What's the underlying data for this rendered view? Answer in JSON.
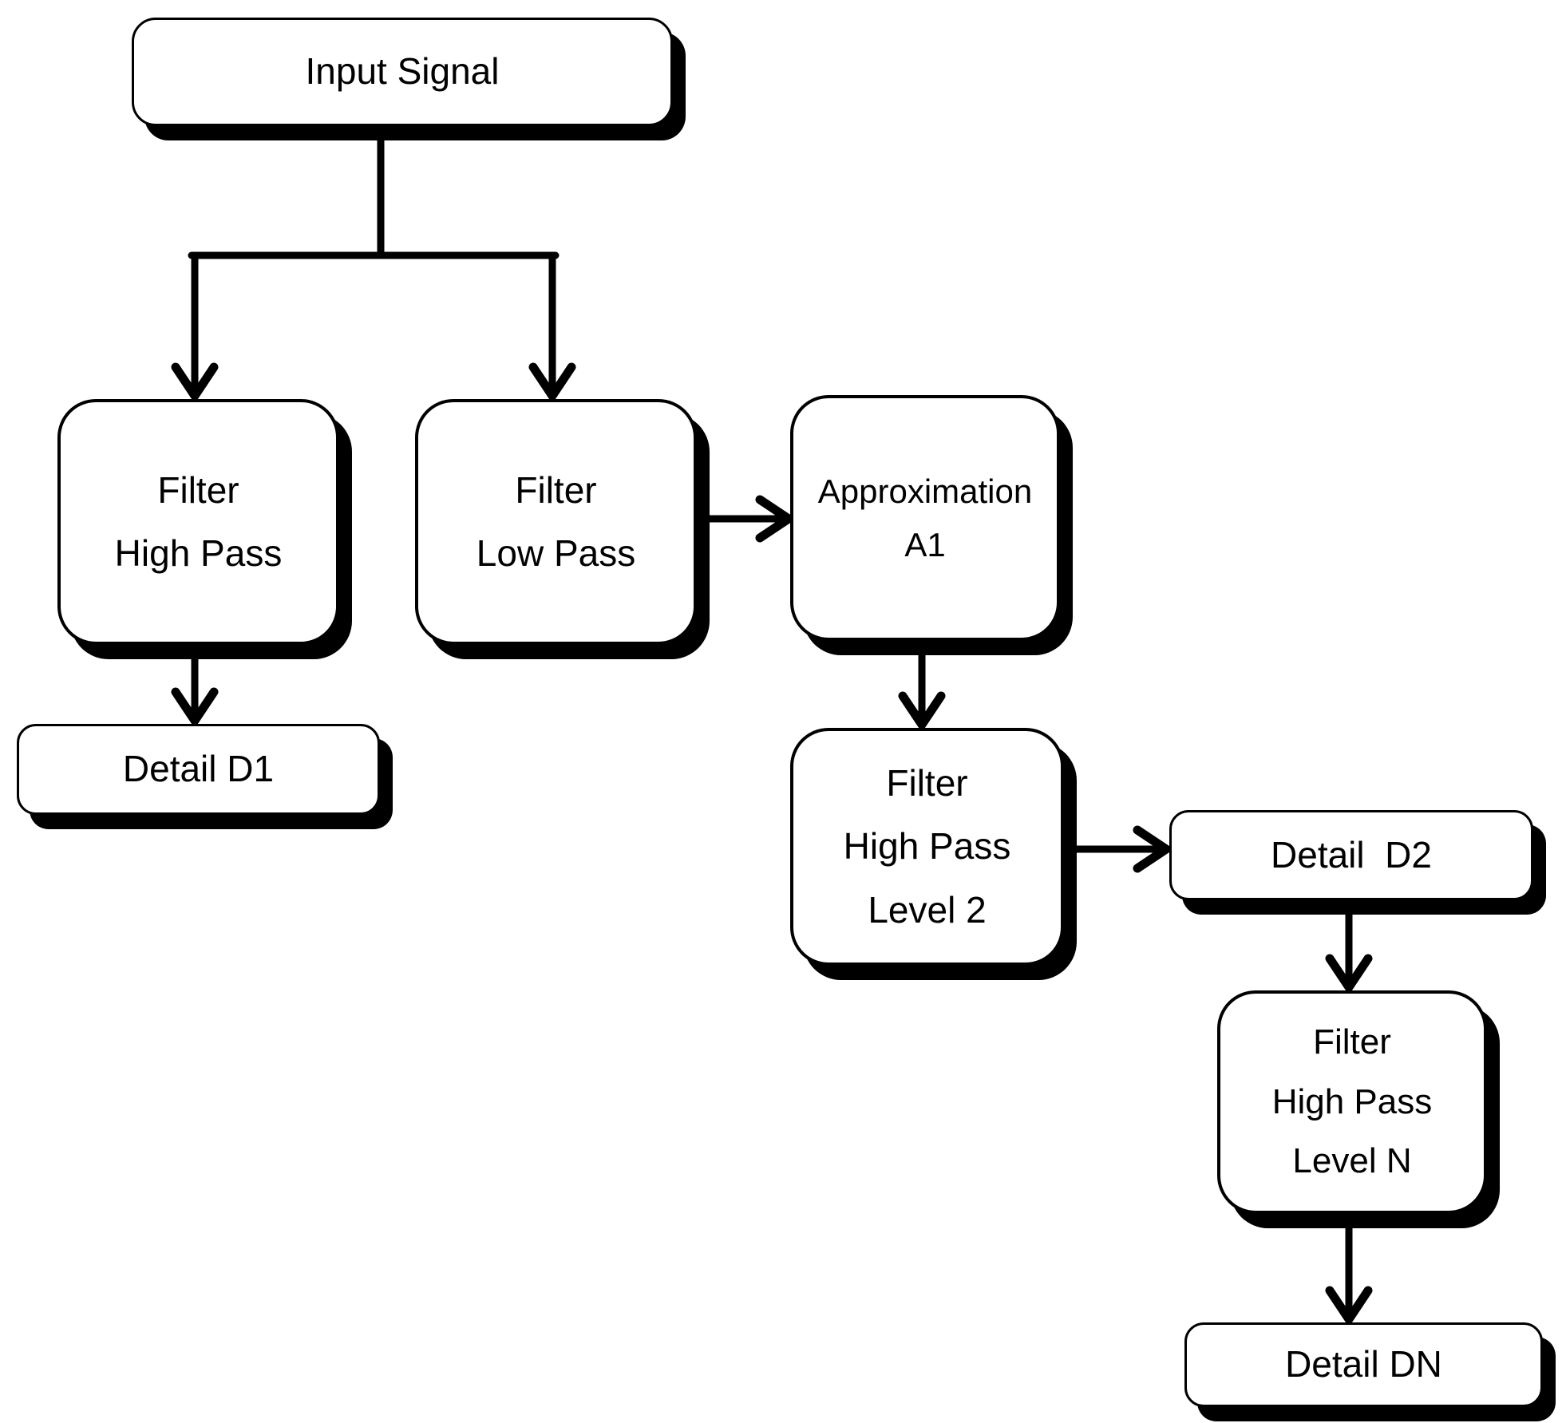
{
  "diagram": {
    "title": "Wavelet filter-bank decomposition flowchart",
    "background_color": "#ffffff",
    "box_fill": "#ffffff",
    "line_color": "#000000",
    "nodes": {
      "input_signal": {
        "label": "Input Signal"
      },
      "filter_high_pass": {
        "lines": [
          "Filter",
          "High Pass"
        ]
      },
      "filter_low_pass": {
        "lines": [
          "Filter",
          "Low Pass"
        ]
      },
      "approximation_a1": {
        "lines": [
          "Approximation",
          "A1"
        ]
      },
      "detail_d1": {
        "label": "Detail D1"
      },
      "filter_high_pass_level_2": {
        "lines": [
          "Filter",
          "High Pass",
          "Level 2"
        ]
      },
      "detail_d2": {
        "label": "Detail  D2"
      },
      "filter_high_pass_level_n": {
        "lines": [
          "Filter",
          "High Pass",
          "Level N"
        ]
      },
      "detail_dn": {
        "label": "Detail DN"
      }
    },
    "edges": [
      {
        "from": "input_signal",
        "to": "filter_high_pass",
        "style": "branch-arrow"
      },
      {
        "from": "input_signal",
        "to": "filter_low_pass",
        "style": "branch-arrow"
      },
      {
        "from": "filter_high_pass",
        "to": "detail_d1",
        "style": "arrow-down"
      },
      {
        "from": "filter_low_pass",
        "to": "approximation_a1",
        "style": "arrow-right"
      },
      {
        "from": "approximation_a1",
        "to": "filter_high_pass_level_2",
        "style": "arrow-down"
      },
      {
        "from": "filter_high_pass_level_2",
        "to": "detail_d2",
        "style": "arrow-right"
      },
      {
        "from": "detail_d2",
        "to": "filter_high_pass_level_n",
        "style": "arrow-down"
      },
      {
        "from": "filter_high_pass_level_n",
        "to": "detail_dn",
        "style": "arrow-down"
      }
    ]
  }
}
